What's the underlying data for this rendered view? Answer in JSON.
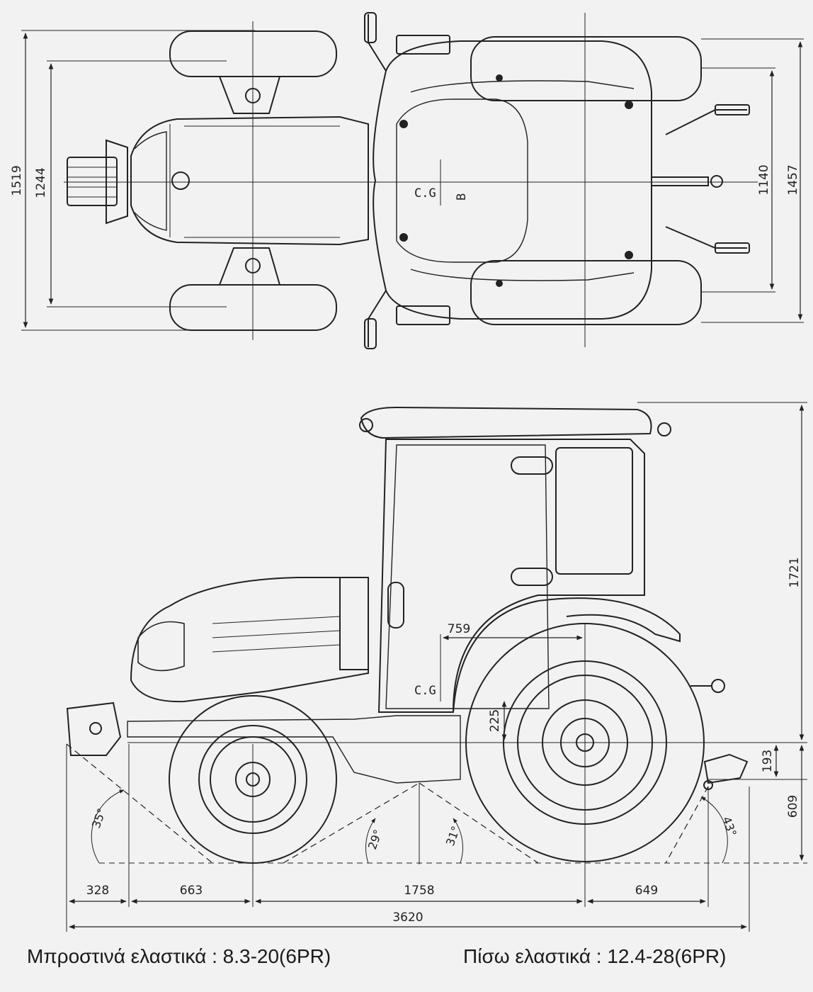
{
  "top_view": {
    "dims": {
      "overall_width": "1519",
      "front_track": "1244",
      "rear_track_inner": "1140",
      "rear_track": "1457"
    },
    "cg_label": "C.G",
    "b_label": "B"
  },
  "side_view": {
    "dims": {
      "height": "1721",
      "cg_horizontal": "759",
      "cg_height": "225",
      "hitch_offset": "193",
      "hitch_height": "609",
      "front_overhang": "328",
      "front_to_mid": "663",
      "wheelbase": "1758",
      "rear_overhang": "649",
      "overall_length": "3620"
    },
    "angles": {
      "front_approach": "35°",
      "mid_front": "29°",
      "mid_rear": "31°",
      "rear_departure": "43°"
    },
    "cg_label": "C.G"
  },
  "captions": {
    "front_tyres": "Μπροστινά ελαστικά : 8.3-20(6PR)",
    "rear_tyres": "Πίσω ελαστικά : 12.4-28(6PR)"
  }
}
